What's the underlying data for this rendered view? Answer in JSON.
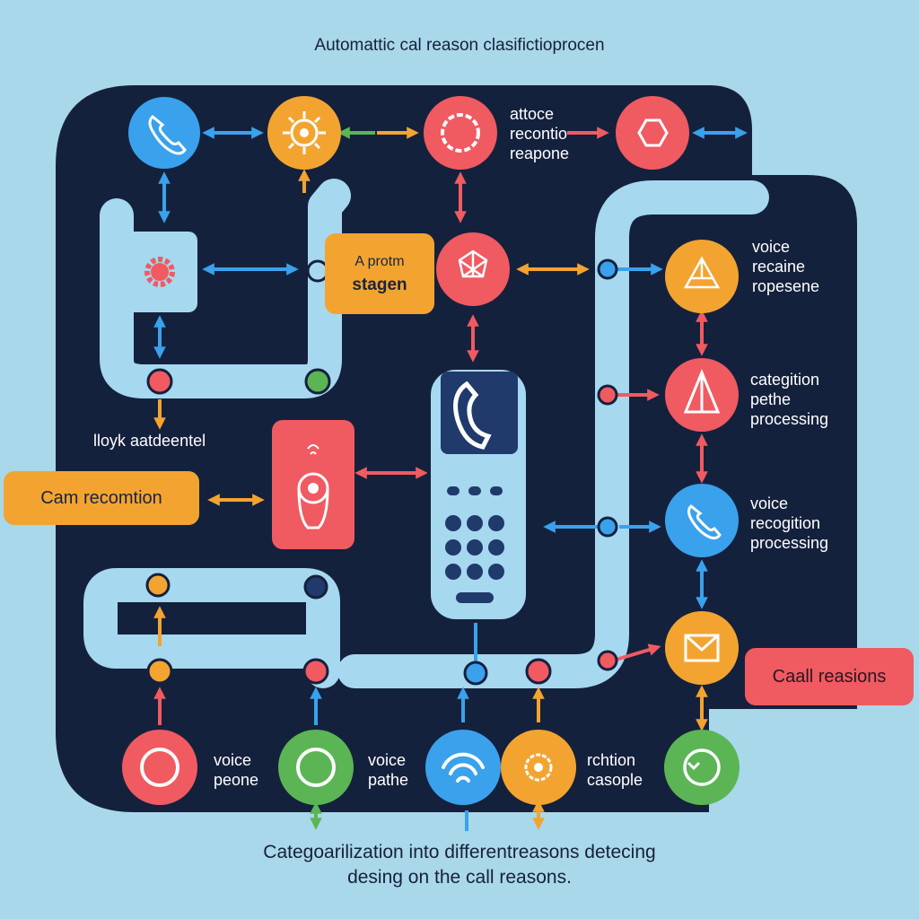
{
  "title": "Automattic cal reason clasifictioprocen",
  "captions": {
    "line1": "Categoarilization into differentreasons detecing",
    "line2": "desing  on the call reasons."
  },
  "labels": {
    "top_right_text": [
      "attoce",
      "recontio",
      "reapone"
    ],
    "right_1": [
      "voice",
      "recaine",
      "ropesene"
    ],
    "right_2": [
      "categition",
      "pethe",
      "processing"
    ],
    "right_3": [
      "voice",
      "recogition",
      "processing"
    ],
    "left_mid": "lloyk aatdeentel",
    "bottom_1": [
      "voice",
      "peone"
    ],
    "bottom_2": [
      "voice",
      "pathe"
    ],
    "bottom_3": [
      "rchtion",
      "casople"
    ]
  },
  "boxes": {
    "stage": [
      "A protm",
      "stagen"
    ],
    "cam_recognition": "Cam recomtion",
    "call_reasons": "Caall reasions"
  },
  "icons": {
    "n1": "phone-icon",
    "n2": "gear-sun-icon",
    "n3": "ring-icon",
    "n4": "hexagon-icon",
    "n5": "gear-icon",
    "n6": "network-icon",
    "n7": "triangle-network-icon",
    "n8": "triangle-icon",
    "n9": "phone-icon",
    "n10": "envelope-icon",
    "n11": "circle-icon",
    "n12": "circle-icon",
    "n13": "wifi-icon",
    "n14": "gear-sun-icon",
    "n15": "circle-arrow-icon",
    "n16": "microphone-icon",
    "n17": "handset-icon"
  },
  "colors": {
    "background": "#a9d8ea",
    "panel": "#14213d",
    "pipe": "#a6d8f0",
    "blue": "#3aa1ec",
    "orange": "#f3a430",
    "red": "#f05a61",
    "green": "#5bb554",
    "navy": "#1f3a6b"
  }
}
